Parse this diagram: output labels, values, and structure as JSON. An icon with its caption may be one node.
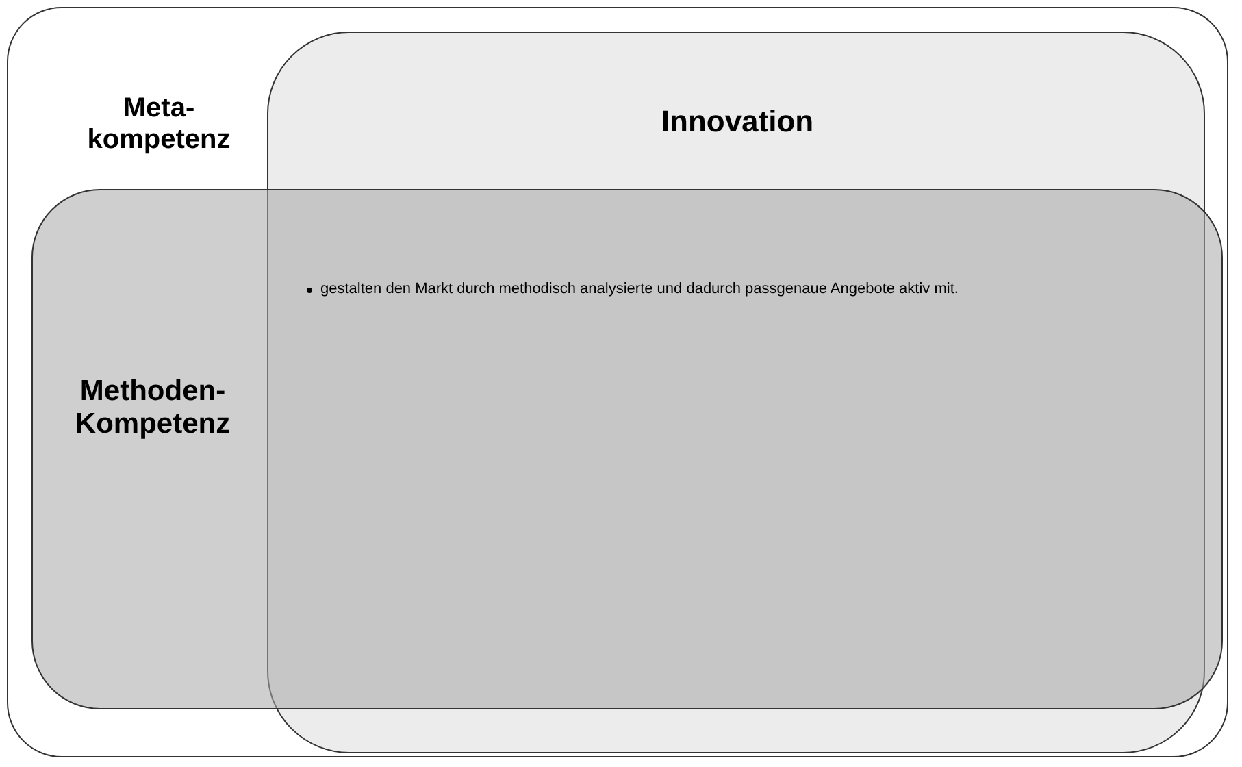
{
  "diagram": {
    "nodes": [
      {
        "text": [
          "Meta- kompetenz"
        ]
      },
      {
        "text": [
          "Innovation"
        ],
        "in": 0
      },
      {
        "text": [
          "Methoden- Kompetenz"
        ],
        "in": 0
      }
    ],
    "labels": [
      "gestalten den Markt durch methodisch analysierte und dadurch passgenaue Angebote aktiv mit."
    ]
  }
}
